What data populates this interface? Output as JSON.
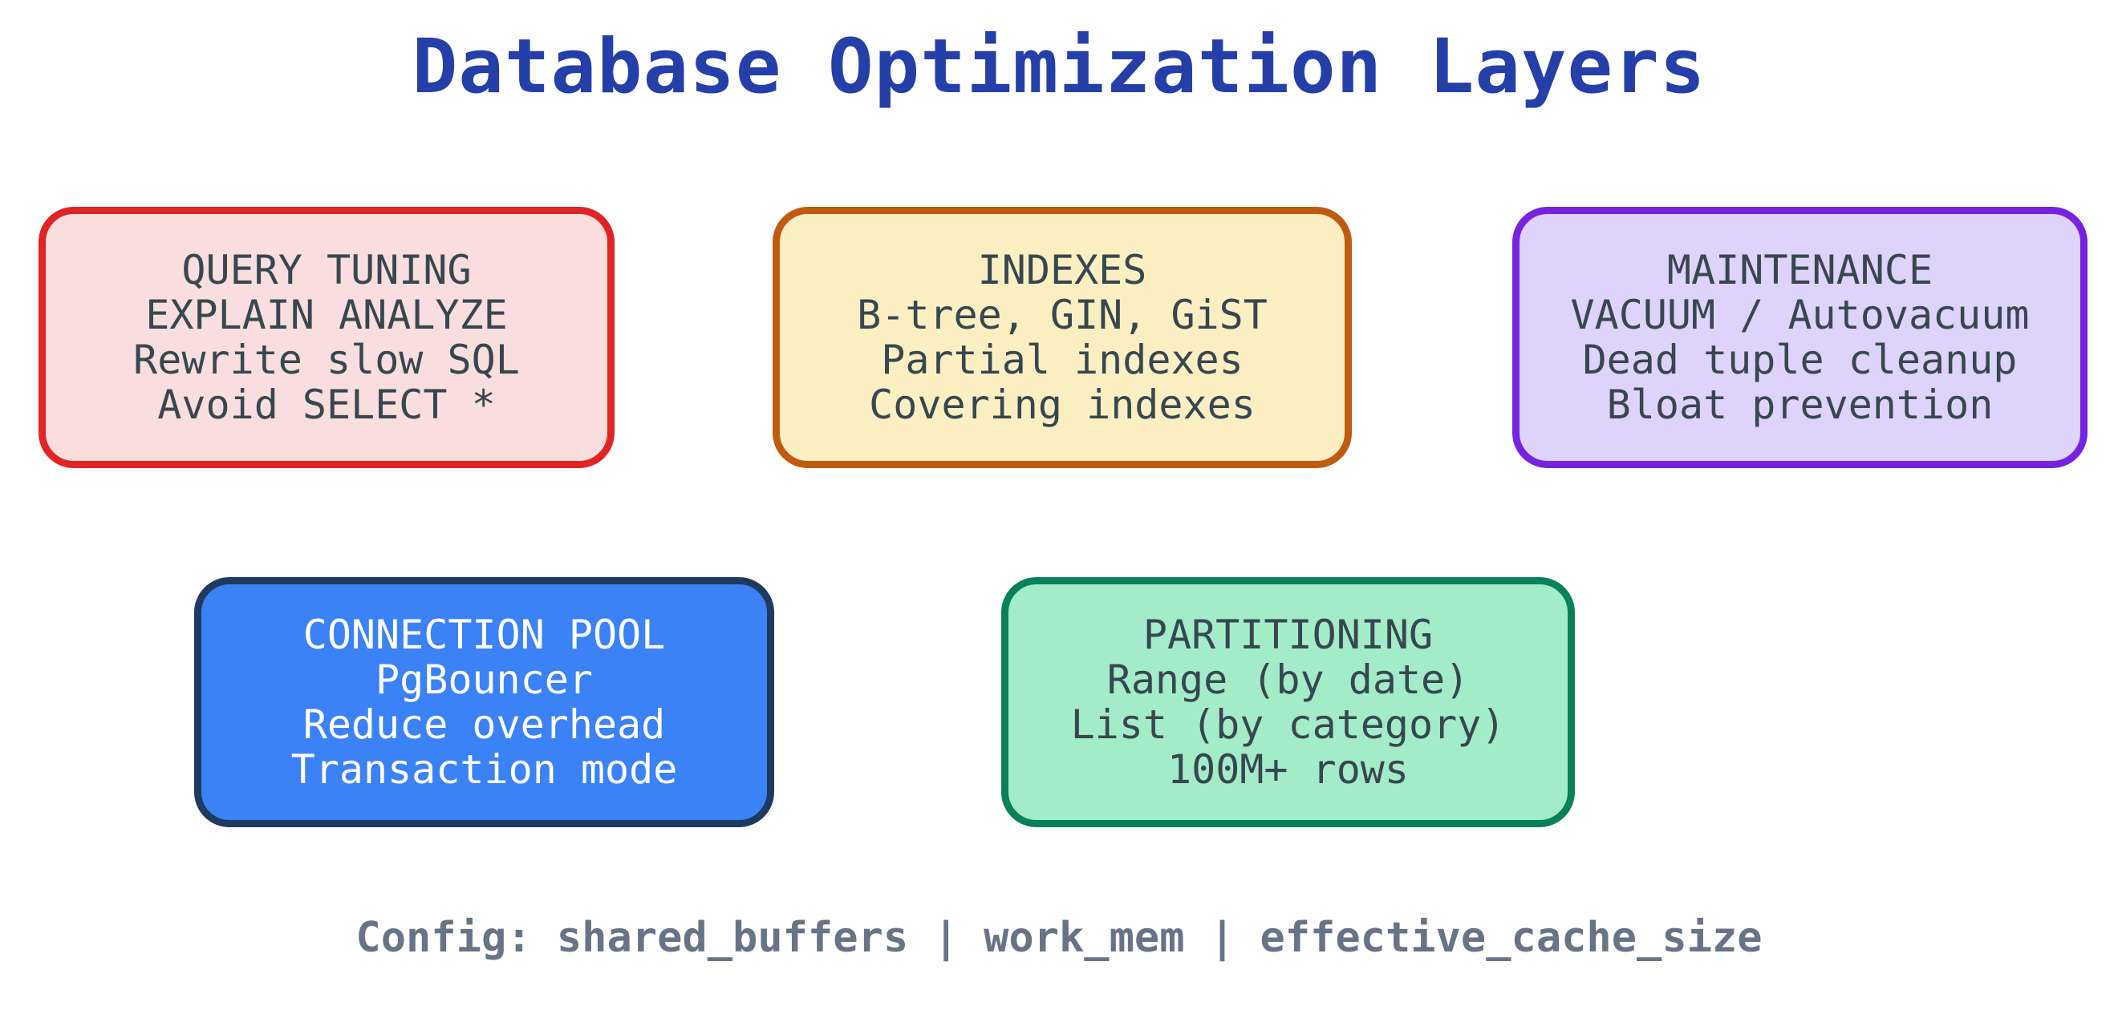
{
  "diagram": {
    "title": "Database Optimization Layers",
    "title_color": "#2440a8",
    "background": "#ffffff",
    "footer": {
      "text": "Config: shared_buffers | work_mem | effective_cache_size",
      "color": "#667488"
    },
    "rows": [
      {
        "row_index": 1,
        "boxes": [
          {
            "id": "query-tuning",
            "heading": "QUERY TUNING",
            "lines": [
              "EXPLAIN ANALYZE",
              "Rewrite slow SQL",
              "Avoid SELECT *"
            ],
            "fill": "#fadddd",
            "border": "#e02424",
            "text_color": "#37474f"
          },
          {
            "id": "indexes",
            "heading": "INDEXES",
            "lines": [
              "B-tree, GIN, GiST",
              "Partial indexes",
              "Covering indexes"
            ],
            "fill": "#fbefc2",
            "border": "#c05a11",
            "text_color": "#37474f"
          },
          {
            "id": "maintenance",
            "heading": "MAINTENANCE",
            "lines": [
              "VACUUM / Autovacuum",
              "Dead tuple cleanup",
              "Bloat prevention"
            ],
            "fill": "#ded3fb",
            "border": "#7722e0",
            "text_color": "#37474f"
          }
        ]
      },
      {
        "row_index": 2,
        "boxes": [
          {
            "id": "connection-pool",
            "heading": "CONNECTION POOL",
            "lines": [
              "PgBouncer",
              "Reduce overhead",
              "Transaction mode"
            ],
            "fill": "#3b82f6",
            "border": "#1e3a5f",
            "text_color": "#ffffff"
          },
          {
            "id": "partitioning",
            "heading": "PARTITIONING",
            "lines": [
              "Range (by date)",
              "List (by category)",
              "100M+ rows"
            ],
            "fill": "#a3ecc8",
            "border": "#07815a",
            "text_color": "#37474f"
          }
        ]
      }
    ]
  }
}
